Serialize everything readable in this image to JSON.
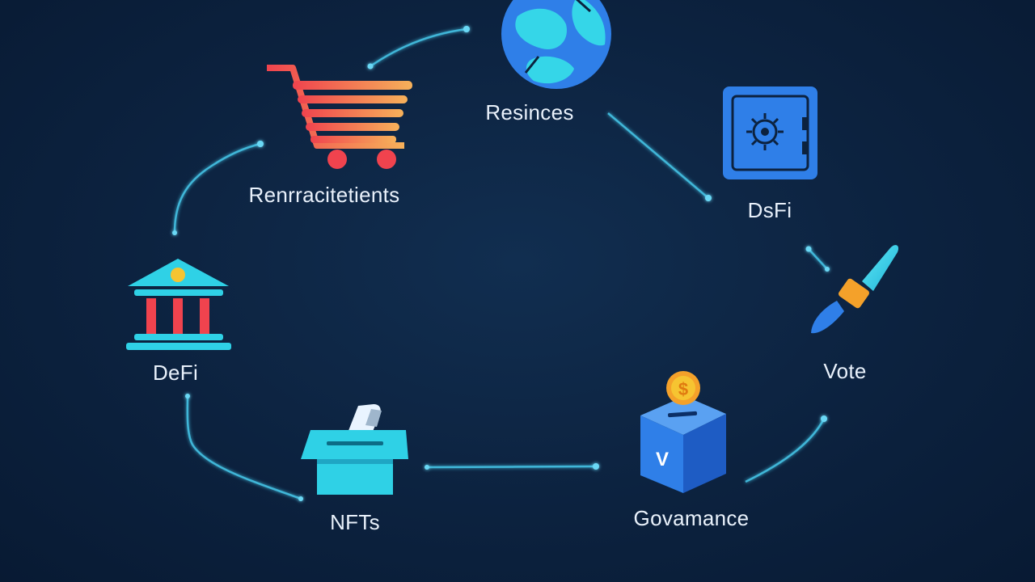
{
  "nodes": {
    "resources": {
      "label": "Resinces"
    },
    "retail": {
      "label": "Renrracitetients"
    },
    "defi_vault": {
      "label": "DsFi"
    },
    "defi_bank": {
      "label": "DeFi"
    },
    "vote": {
      "label": "Vote"
    },
    "nfts": {
      "label": "NFTs"
    },
    "governance": {
      "label": "Govamance",
      "box_mark": "V",
      "coin_mark": "$"
    }
  },
  "colors": {
    "background": "#0c223f",
    "connector": "#3fb6d8",
    "cyan": "#2fd1e6",
    "blue": "#2f7fe8",
    "red": "#f0434e",
    "orange": "#f4a12a",
    "gold": "#f6c431"
  }
}
